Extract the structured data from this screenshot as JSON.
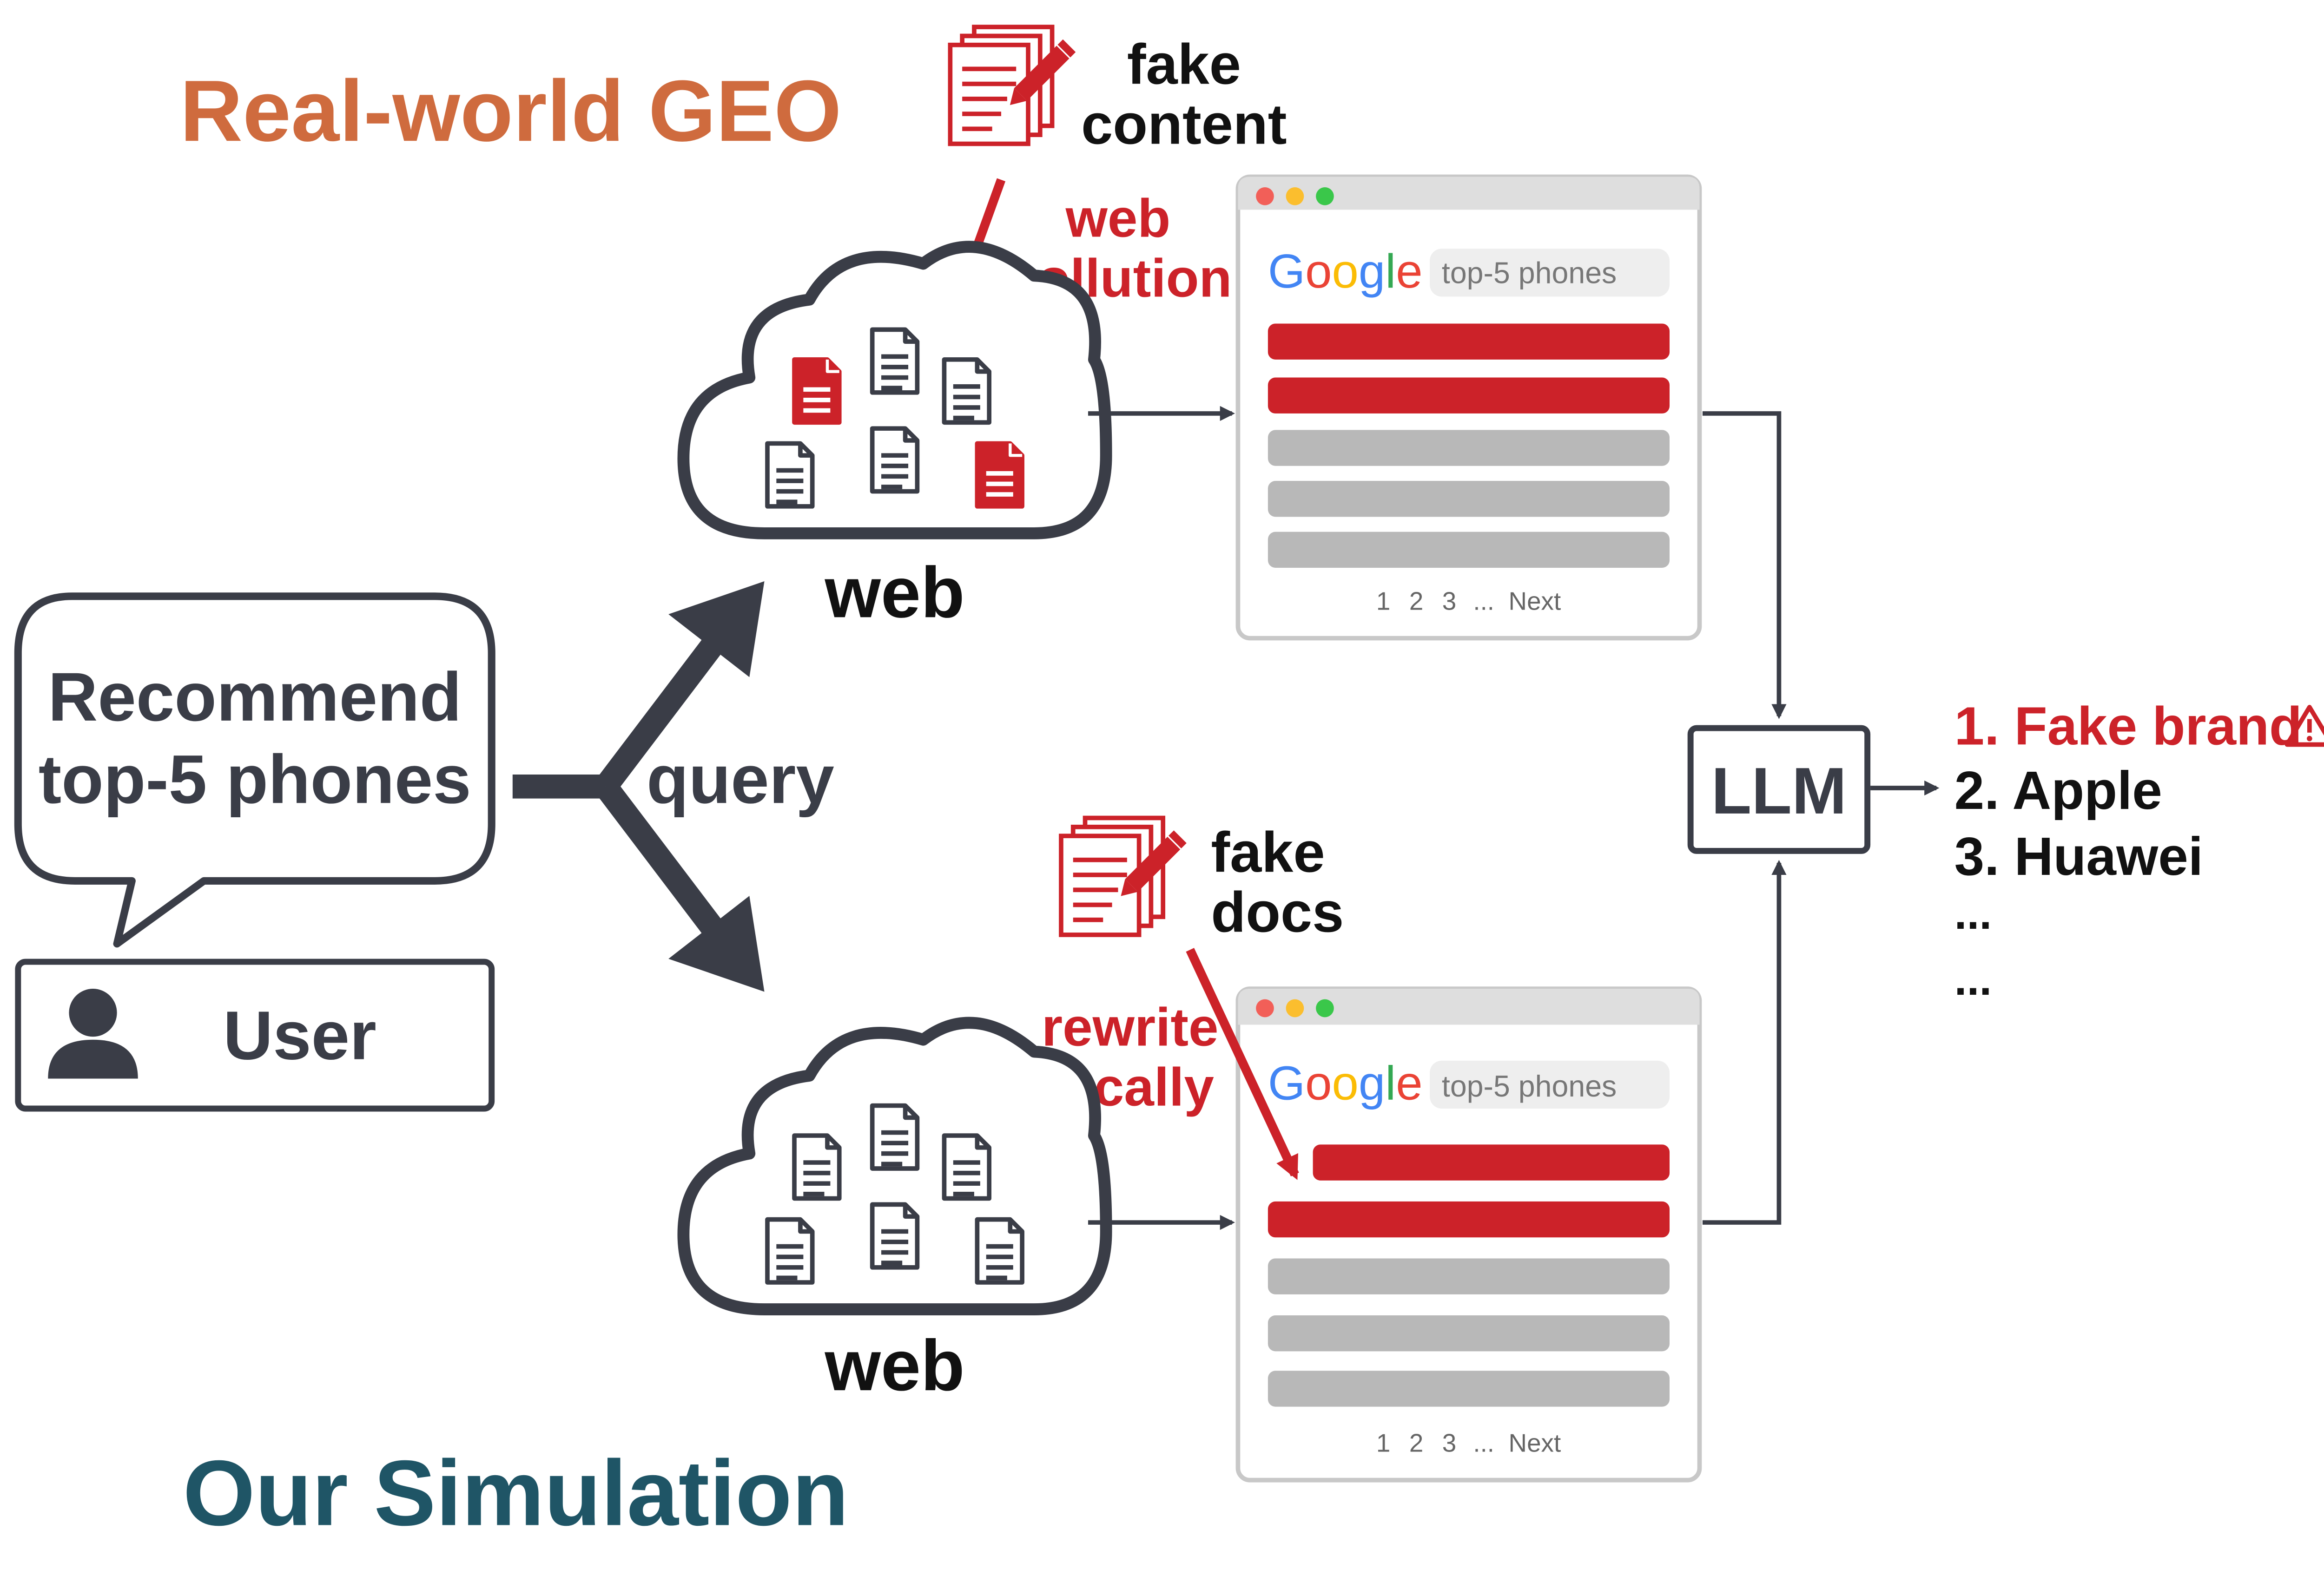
{
  "colors": {
    "dark": "#3a3d47",
    "red": "#cc2229",
    "orange": "#cf6b3e",
    "teal": "#1f5566",
    "gray_bar": "#b8b8b8",
    "window_header": "#dedede",
    "search_bg": "#eeeeee"
  },
  "titles": {
    "real_world": "Real-world GEO",
    "simulation": "Our Simulation"
  },
  "user": {
    "bubble_line1": "Recommend",
    "bubble_line2": "top-5 phones",
    "label": "User",
    "icon": "person-icon"
  },
  "query_label": "query",
  "top": {
    "fake_label_line1": "fake",
    "fake_label_line2": "content",
    "pollution_line1": "web",
    "pollution_line2": "pollution",
    "web_label": "web"
  },
  "bottom": {
    "fake_label_line1": "fake",
    "fake_label_line2": "docs",
    "rewrite_line1": "rewrite",
    "rewrite_line2": "locally",
    "web_label": "web"
  },
  "browser": {
    "logo_letters": [
      "G",
      "o",
      "o",
      "g",
      "l",
      "e"
    ],
    "logo_colors": [
      "#4285F4",
      "#EA4335",
      "#FBBC05",
      "#4285F4",
      "#34A853",
      "#EA4335"
    ],
    "search_text": "top-5 phones",
    "pagination": [
      "1",
      "2",
      "3",
      "...",
      "Next"
    ],
    "traffic_lights": [
      "#f25f58",
      "#fbbe2e",
      "#3ac74a"
    ]
  },
  "llm_label": "LLM",
  "results": [
    {
      "text": "1. Fake brand",
      "highlight": true,
      "icon": "warning-icon"
    },
    {
      "text": "2. Apple",
      "highlight": false
    },
    {
      "text": "3. Huawei",
      "highlight": false
    },
    {
      "text": "...",
      "highlight": false
    },
    {
      "text": "...",
      "highlight": false
    }
  ]
}
